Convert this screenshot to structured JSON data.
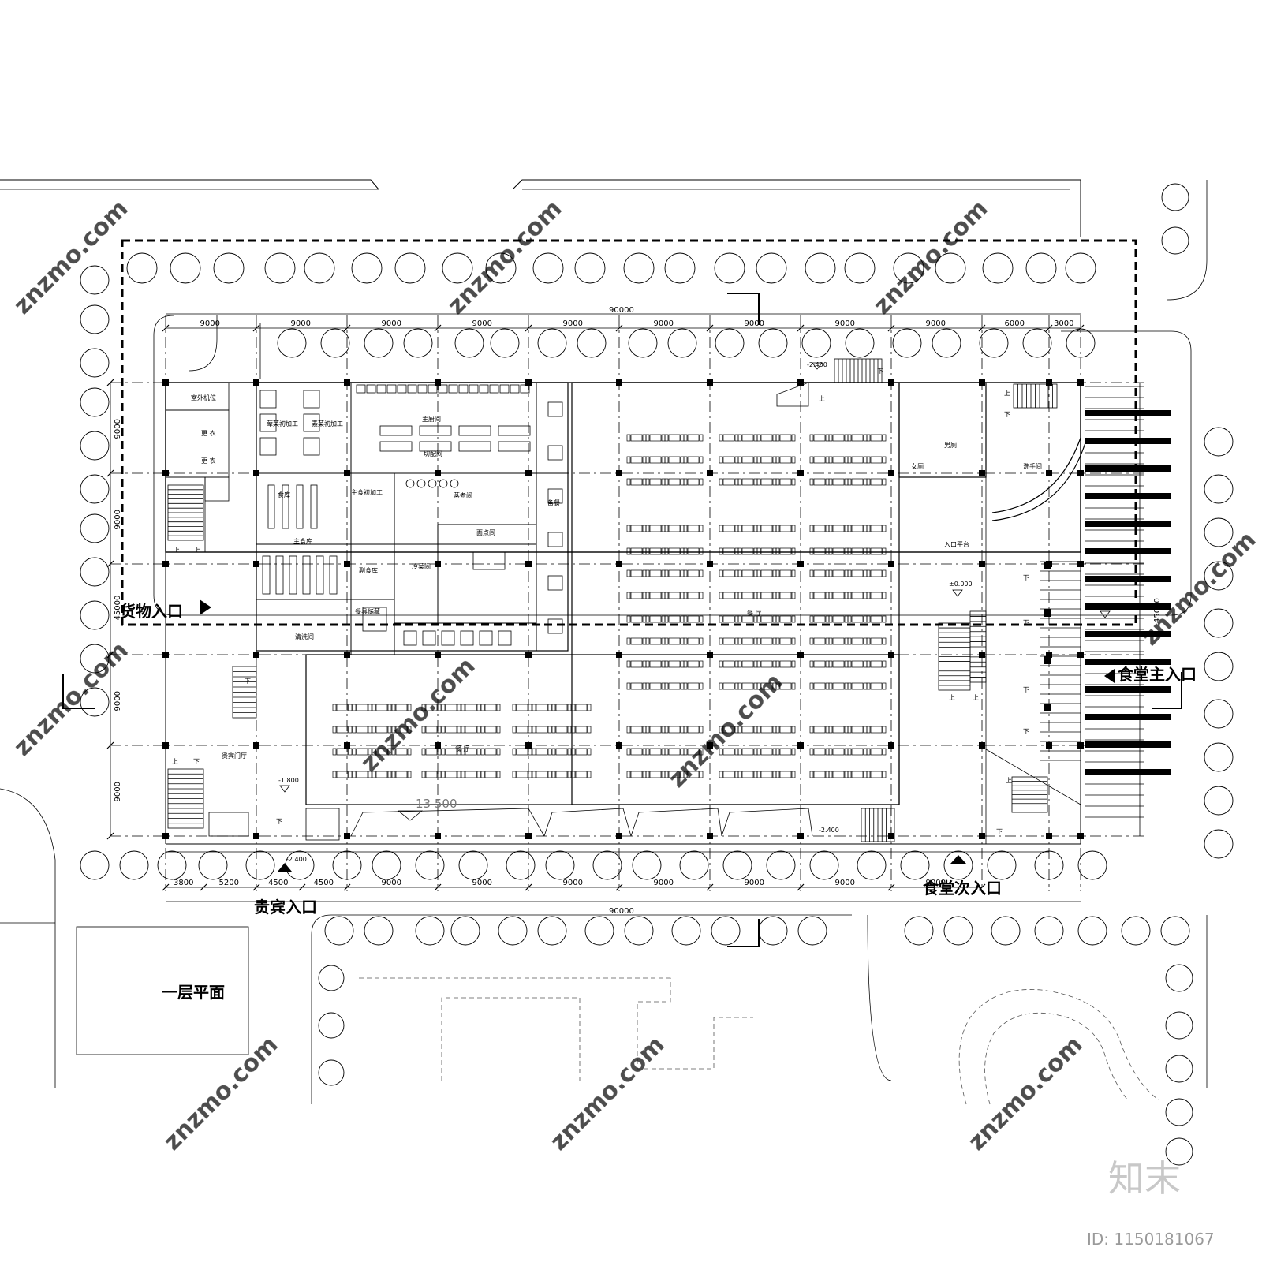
{
  "drawing": {
    "title": "一层平面",
    "logo_text": "知末",
    "id_text": "ID: 1150181067"
  },
  "entrances": {
    "goods": "货物入口",
    "vip": "贵宾入口",
    "main": "食堂主入口",
    "secondary": "食堂次入口"
  },
  "dimensions": {
    "overall": "90000",
    "top_bays": [
      "9000",
      "9000",
      "9000",
      "9000",
      "9000",
      "9000",
      "9000",
      "9000",
      "9000",
      "6000",
      "3000"
    ],
    "bottom_bays": [
      "3800",
      "5200",
      "4500",
      "4500",
      "9000",
      "9000",
      "9000",
      "9000",
      "9000",
      "9000",
      "9000"
    ],
    "left_bays": [
      "9000",
      "9000",
      "45000",
      "9000",
      "9000"
    ],
    "right_total": "45000",
    "canopy": "13 500"
  },
  "elevations": {
    "zero": "±0.000",
    "minus_2400": "-2.400",
    "minus_1800": "-1.800"
  },
  "rooms": {
    "outdoor_unit": "室外机位",
    "changing_1": "更 衣",
    "changing_2": "更 衣",
    "meat_prep": "荤菜初加工",
    "veg_prep": "素菜初加工",
    "main_kitchen": "主厨间",
    "cut_room": "切配间",
    "food_store": "食库",
    "staple_prep": "主食初加工",
    "steam_room": "蒸煮间",
    "serving": "备餐",
    "staple_store": "主食库",
    "side_store": "副食库",
    "cold_dish": "冷菜间",
    "pastry": "面点间",
    "tableware": "餐具储藏",
    "washing": "清洗间",
    "dining_1": "餐 厅",
    "dining_2": "餐 厅",
    "male_wc": "男厕",
    "female_wc": "女厕",
    "wash_hand": "洗手间",
    "entry_platform": "入口平台",
    "vip_hall": "贵宾门厅"
  },
  "stairs": {
    "up": "上",
    "down": "下"
  }
}
